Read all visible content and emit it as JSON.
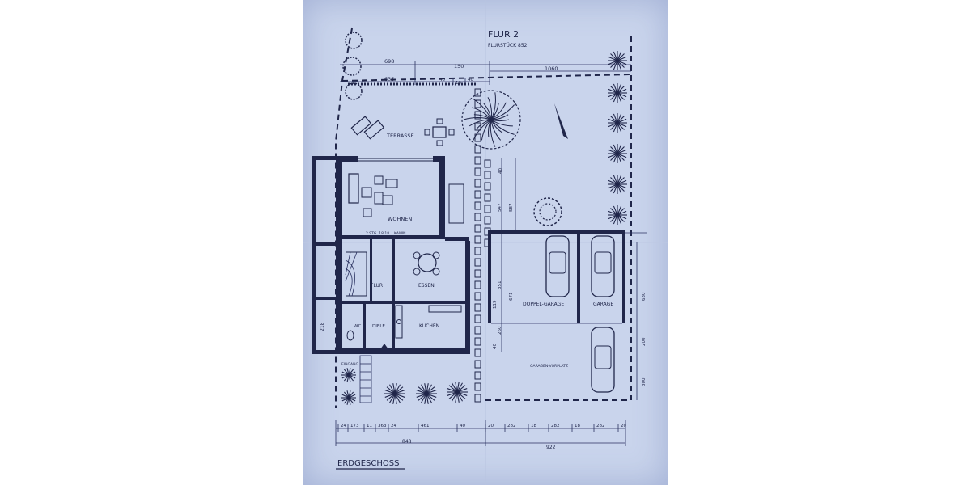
{
  "header": {
    "title": "FLUR 2",
    "subtitle": "FLURSTÜCK 852"
  },
  "rooms": {
    "terrace": "TERRASSE",
    "living": "WOHNEN",
    "dining": "ESSEN",
    "hallway": "FLUR",
    "kitchen": "KÜCHEN",
    "hall": "DIELE",
    "wc": "WC",
    "entrance": "EINGANG",
    "fireplace": "KAMIN",
    "stairs": "2 STG. 18,18",
    "double_garage": "DOPPEL-GARAGE",
    "garage": "GARAGE",
    "forecourt": "GARAGEN-VORPLATZ"
  },
  "dimensions_top": [
    "698",
    "150",
    "1060",
    "635",
    "40",
    "10",
    "40"
  ],
  "dimensions_side": [
    "40",
    "587",
    "547",
    "351",
    "671",
    "119",
    "260",
    "40"
  ],
  "dimensions_right": [
    "630",
    "200",
    "300"
  ],
  "dimensions_left": [
    "218"
  ],
  "dimensions_bottom": [
    "24",
    "173",
    "11",
    "363",
    "24",
    "461",
    "40",
    "20",
    "282",
    "18",
    "282",
    "18",
    "282",
    "20"
  ],
  "dimensions_totals": [
    "848",
    "922"
  ],
  "floor_label": "ERDGESCHOSS",
  "colors": {
    "paper": "#c9d4ec",
    "ink": "#20264a"
  }
}
